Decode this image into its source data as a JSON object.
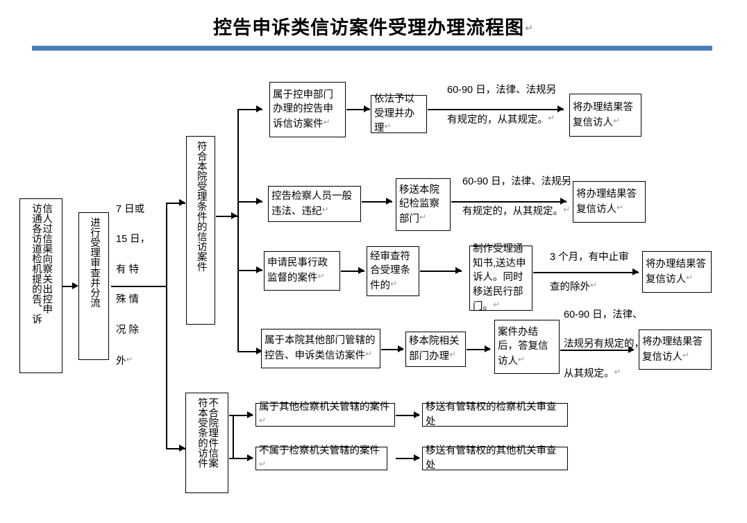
{
  "document": {
    "title": "控告申诉类信访案件受理办理流程图",
    "title_pilcrow": "↵",
    "accent_color": "#4a7ebb",
    "line_color": "#000000",
    "background": "#ffffff"
  },
  "nodes": {
    "intake": {
      "label": "信访人通过各信访渠道向检察机关提出的控告、申诉",
      "columns": [
        "信人过信渠向察关出控申",
        "访通各访道检机提的告、诉"
      ],
      "orientation": "vertical"
    },
    "review": {
      "label": "进行受理审查并分流",
      "columns": [
        "进行受理审查并分流"
      ],
      "orientation": "vertical"
    },
    "qualified": {
      "label": "符合本院受理条件的信访案件",
      "columns": [
        "符合本院受理条件的信访案件"
      ],
      "orientation": "vertical"
    },
    "unqualified": {
      "label": "不符合本院受理条件的信访案件",
      "columns": [
        "不合院理件信案",
        "符本受条的访件"
      ],
      "orientation": "vertical"
    },
    "r1a": {
      "label": "属于控申部门办理的控告申诉信访案件"
    },
    "r1b": {
      "label": "依法予以受理并办理"
    },
    "r1c": {
      "label": "将办理结果答复信访人"
    },
    "r2a": {
      "label": "控告检察人员一般违法、违纪"
    },
    "r2b": {
      "label": "移送本院纪检监察部门"
    },
    "r2c": {
      "label": "将办理结果答复信访人"
    },
    "r3a": {
      "label": "申请民事行政监督的案件"
    },
    "r3b": {
      "label": "经审查符合受理条件的"
    },
    "r3c": {
      "label": "制作受理通知书,送达申诉人。同时移送民行部门。"
    },
    "r3d": {
      "label": "将办理结果答复信访人"
    },
    "r4a": {
      "label": "属于本院其他部门管辖的控告、申诉类信访案件"
    },
    "r4b": {
      "label": "移本院相关部门办理"
    },
    "r4c": {
      "label": "案件办结后，答复信访人"
    },
    "r4d": {
      "label": "将办理结果答复信访人"
    },
    "r5a": {
      "label": "属于其他检察机关管辖的案件"
    },
    "r5b": {
      "label": "移送有管辖权的检察机关审查处"
    },
    "r6a": {
      "label": "不属于检察机关管辖的案件"
    },
    "r6b": {
      "label": "移送有管辖权的其他机关审查处"
    }
  },
  "edge_labels": {
    "intake_deadline": "7 日或15 日，有特殊情况除外",
    "intake_deadline_cols": [
      "7 日或",
      "15 日，",
      "有  特",
      "殊  情",
      "况  除",
      "外"
    ],
    "row1_deadline": "60-90 日，法律、法规另有规定的，从其规定。",
    "row1_deadline_lines": [
      "60-90 日，法律、法规另",
      "有规定的，从其规定。"
    ],
    "row2_deadline": "60-90 日，法律、法规另有规定的，从其规定。",
    "row2_deadline_lines": [
      "60-90 日，法律、法规另",
      "有规定的，从其规定。"
    ],
    "row3_deadline": "3 个月，有中止审查的除外",
    "row3_deadline_lines": [
      "3 个月，有中止审",
      "查的除外"
    ],
    "row4_deadline": "60-90 日，法律、法规另有规定的，从其规定。",
    "row4_deadline_lines": [
      "60-90 日，法律、",
      "法规另有规定的，",
      "从其规定。"
    ],
    "pilcrow": "↵"
  }
}
